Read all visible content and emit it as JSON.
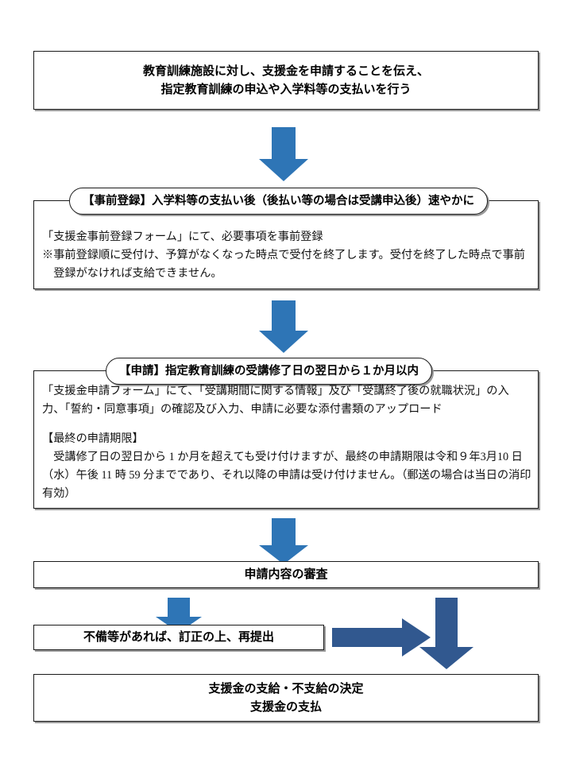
{
  "palette": {
    "arrow_blue": "#2E75B6",
    "arrow_navy": "#31588F",
    "box_border": "#1a1a1a",
    "box_shadow": "#9a9a9a",
    "background": "#ffffff",
    "text": "#000000"
  },
  "steps": {
    "step1": {
      "line1": "教育訓練施設に対し、支援金を申請することを伝え、",
      "line2": "指定教育訓練の申込や入学料等の支払いを行う"
    },
    "step2": {
      "header": "【事前登録】入学料等の支払い後（後払い等の場合は受講申込後）速やかに",
      "line1": "「支援金事前登録フォーム」にて、必要事項を事前登録",
      "line2_mark": "※",
      "line2": "事前登録順に受付け、予算がなくなった時点で受付を終了します。受付を終了した時点で事前登録がなければ支給できません。"
    },
    "step3": {
      "header": "【申請】指定教育訓練の受講修了日の翌日から１か月以内",
      "para1": "「支援金申請フォーム」にて、「受講期間に関する情報」及び「受講終了後の就職状況」の入力、「誓約・同意事項」の確認及び入力、申請に必要な添付書類のアップロード",
      "para2_title": "【最終の申請期限】",
      "para2": "受講修了日の翌日から 1 か月を超えても受け付けますが、最終の申請期限は令和９年3月10 日（水）午後 11 時 59 分までであり、それ以降の申請は受け付けません。（郵送の場合は当日の消印有効）"
    },
    "step4": {
      "label": "申請内容の審査"
    },
    "step5": {
      "label": "不備等があれば、訂正の上、再提出"
    },
    "step6": {
      "line1": "支援金の支給・不支給の決定",
      "line2": "支援金の支払"
    }
  },
  "connectors": {
    "arrow_1_2": "down-arrow-icon",
    "arrow_2_3": "down-arrow-icon",
    "arrow_3_4": "down-arrow-icon",
    "arrow_4_5": "down-arrow-icon",
    "arrow_5_right": "right-arrow-icon",
    "arrow_right_6": "down-arrow-icon"
  }
}
